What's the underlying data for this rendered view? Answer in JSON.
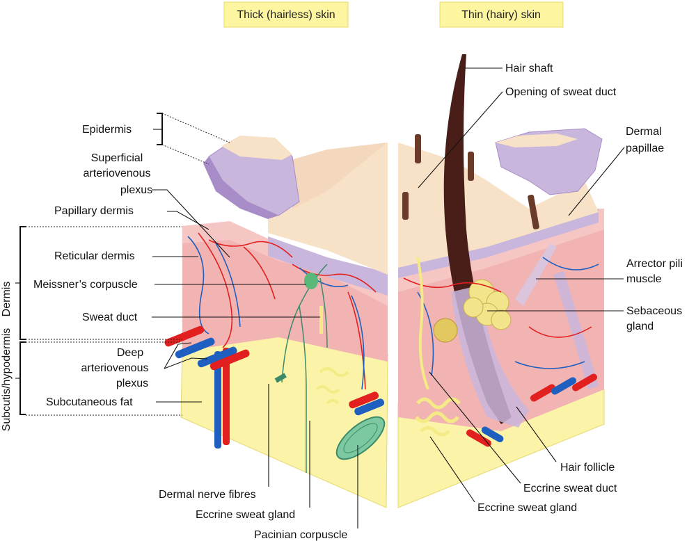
{
  "headers": {
    "thick": "Thick (hairless) skin",
    "thin": "Thin (hairy) skin"
  },
  "colors": {
    "header_bg": "#fdf5a0",
    "epidermis": "#c9b6dc",
    "epidermis_dark": "#a88cc8",
    "surface": "#f7e2c8",
    "dermis": "#f2b3b3",
    "dermis_light": "#f6c6c4",
    "fat": "#fbf4a8",
    "artery": "#e1201f",
    "vein": "#1f5fbf",
    "nerve": "#3b8a6a"
  },
  "groups": {
    "dermis": "Dermis",
    "subcutis": "Subcutis/hypodermis"
  },
  "labels": {
    "hair_shaft": "Hair shaft",
    "opening_sweat_duct": "Opening of sweat duct",
    "epidermis": "Epidermis",
    "dermal_papillae_1": "Dermal",
    "dermal_papillae_2": "papillae",
    "superficial_plexus_1": "Superficial",
    "superficial_plexus_2": "arteriovenous",
    "superficial_plexus_3": "plexus",
    "papillary_dermis": "Papillary dermis",
    "reticular_dermis": "Reticular dermis",
    "arrector_pili_1": "Arrector pili",
    "arrector_pili_2": "muscle",
    "meissner": "Meissner’s corpuscle",
    "sebaceous_1": "Sebaceous",
    "sebaceous_2": "gland",
    "sweat_duct": "Sweat duct",
    "deep_plexus_1": "Deep",
    "deep_plexus_2": "arteriovenous",
    "deep_plexus_3": "plexus",
    "subcutaneous_fat": "Subcutaneous fat",
    "hair_follicle": "Hair follicle",
    "dermal_nerve_fibres": "Dermal nerve fibres",
    "eccrine_sweat_duct": "Eccrine sweat duct",
    "eccrine_sweat_gland_left": "Eccrine sweat gland",
    "eccrine_sweat_gland_right": "Eccrine sweat gland",
    "pacinian": "Pacinian corpuscle"
  }
}
